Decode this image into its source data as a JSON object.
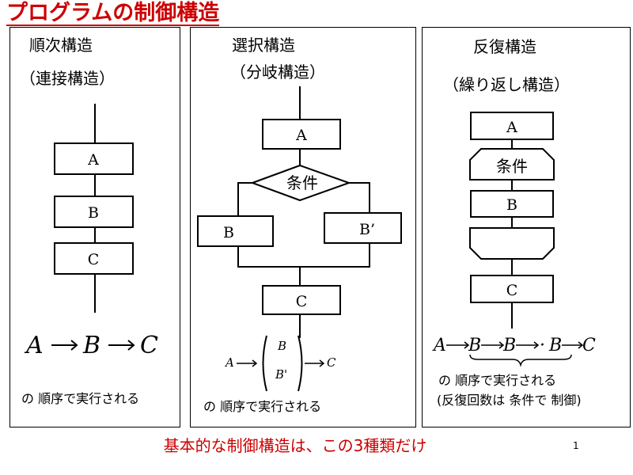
{
  "title": "プログラムの制御構造",
  "colors": {
    "title": "#cc0000",
    "line": "#000000",
    "background": "#ffffff"
  },
  "panels": [
    {
      "title": "順次構造",
      "subtitle": "（連接構造）",
      "boxes": [
        "A",
        "B",
        "C"
      ],
      "formula": [
        "A",
        "B",
        "C"
      ],
      "caption": "の 順序で実行される"
    },
    {
      "title": "選択構造",
      "subtitle": "（分岐構造）",
      "box_top": "A",
      "condition": "条件",
      "branch_left": "B",
      "branch_right": "B’",
      "box_bottom": "C",
      "formula_start": "A",
      "formula_option_1": "B",
      "formula_option_2": "B'",
      "formula_end": "C",
      "caption": "の 順序で実行される"
    },
    {
      "title": "反復構造",
      "subtitle": "（繰り返し構造）",
      "box_top": "A",
      "condition": "条件",
      "box_loop": "B",
      "box_bottom": "C",
      "formula": [
        "A",
        "B",
        "B",
        "·",
        "B",
        "C"
      ],
      "caption_line_1": "の 順序で実行される",
      "caption_line_2": "(反復回数は 条件で 制御)"
    }
  ],
  "summary": "基本的な制御構造は、この3種類だけ",
  "page_number": "1"
}
